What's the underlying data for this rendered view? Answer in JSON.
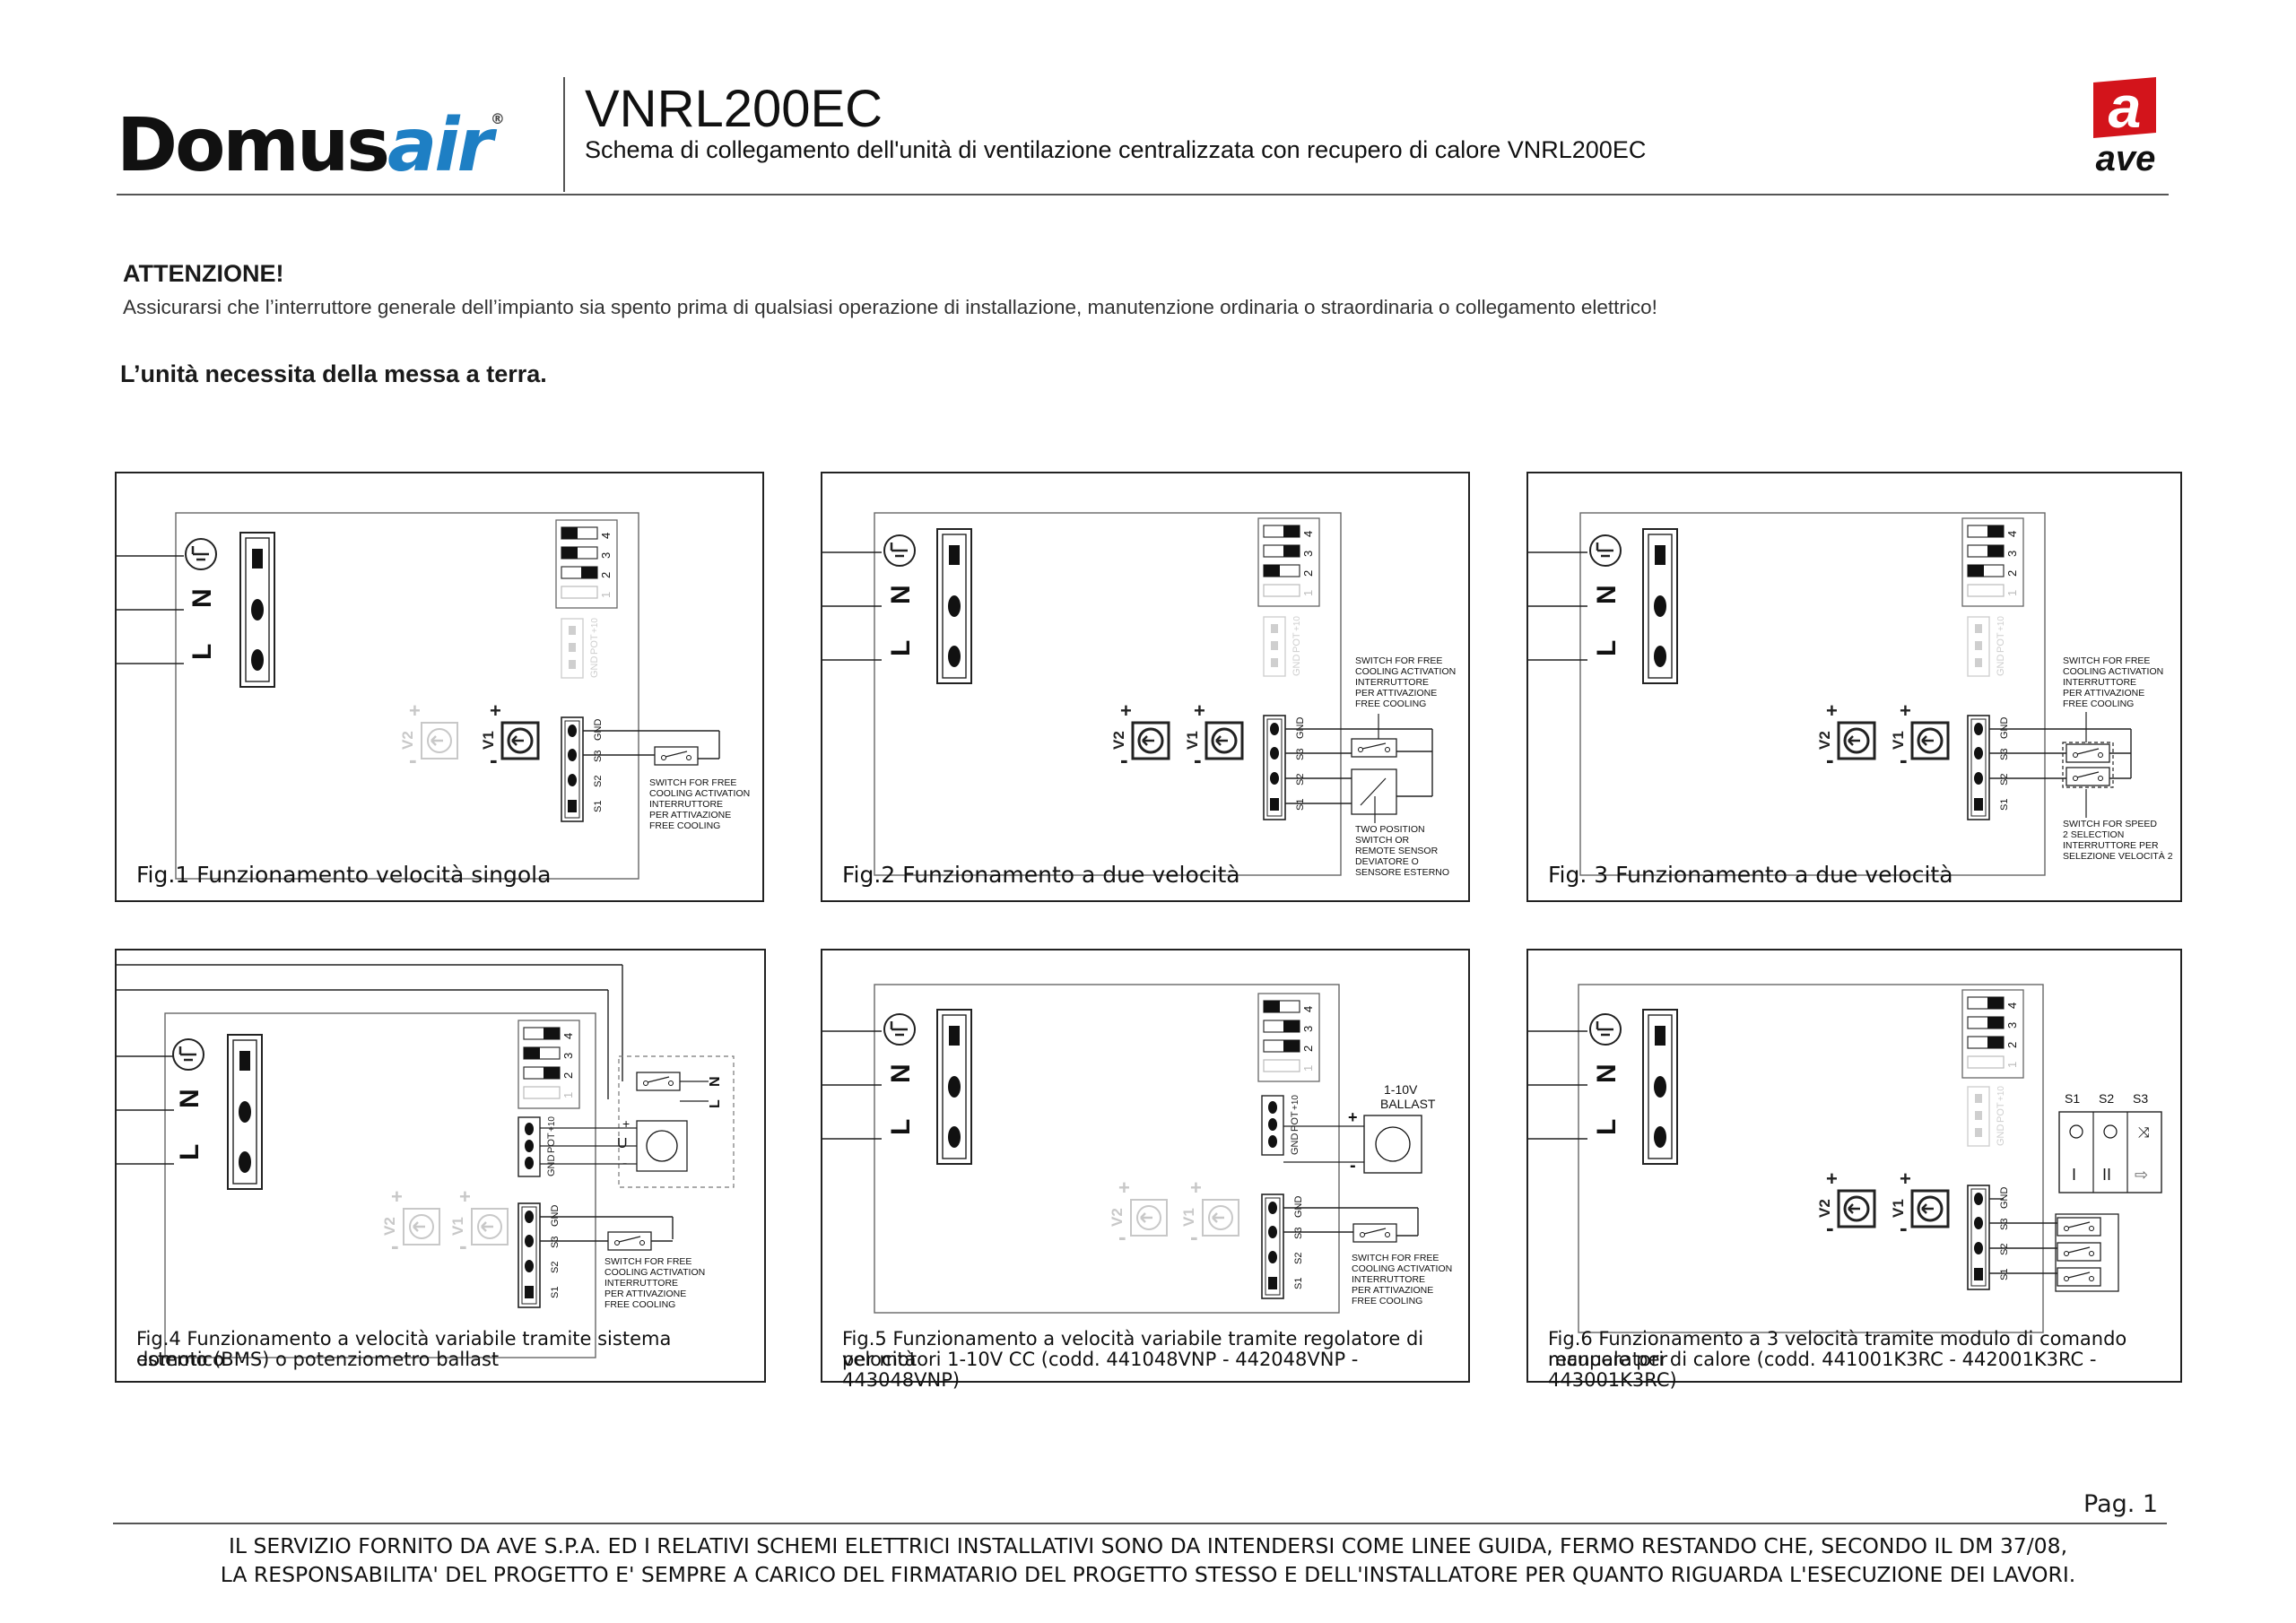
{
  "header": {
    "brand_main": "Domus",
    "brand_accent": "air",
    "brand_reg": "®",
    "title": "VNRL200EC",
    "subtitle": "Schema di collegamento dell'unità di ventilazione centralizzata con recupero di calore VNRL200EC",
    "ave_logo_letter": "a",
    "ave_logo_word": "ave"
  },
  "warning": {
    "title": "ATTENZIONE!",
    "text": "Assicurarsi che l’interruttore generale dell’impianto sia spento prima di qualsiasi operazione di installazione, manutenzione ordinaria o straordinaria o collegamento elettrico!",
    "ground_note": "L’unità necessita della messa a terra."
  },
  "labels": {
    "N": "N",
    "L": "L",
    "V1": "V1",
    "V2": "V2",
    "plus": "+",
    "minus": "-",
    "s1": "S1",
    "s2": "S2",
    "s3": "S3",
    "gnd": "GND",
    "pot": "POT",
    "p10": "+10",
    "sw_free": [
      "SWITCH FOR FREE",
      "COOLING ACTIVATION",
      "INTERRUTTORE",
      "PER ATTIVAZIONE",
      "FREE COOLING"
    ],
    "sw_two": [
      "TWO POSITION",
      "SWITCH OR",
      "REMOTE SENSOR",
      "DEVIATORE O",
      "SENSORE ESTERNO"
    ],
    "sw_speed": [
      "SWITCH FOR SPEED",
      "2 SELECTION",
      "INTERRUTTORE PER",
      "SELEZIONE VELOCITÀ 2"
    ],
    "ballast": [
      "1-10V",
      "BALLAST"
    ],
    "dip": [
      "4",
      "3",
      "2",
      "1"
    ],
    "mod_heads": [
      "S1",
      "S2",
      "S3"
    ],
    "mod_syms": [
      "I",
      "II",
      "⇨"
    ]
  },
  "figures": [
    {
      "caption": [
        "Fig.1 Funzionamento velocità singola"
      ]
    },
    {
      "caption": [
        "Fig.2 Funzionamento a due velocità"
      ]
    },
    {
      "caption": [
        "Fig. 3 Funzionamento a due velocità"
      ]
    },
    {
      "caption": [
        "Fig.4 Funzionamento a velocità variabile tramite sistema domotico",
        "esterno (BMS) o potenziometro ballast"
      ]
    },
    {
      "caption": [
        "Fig.5 Funzionamento a velocità variabile tramite regolatore di velocità",
        "per motori 1-10V CC (codd. 441048VNP - 442048VNP - 443048VNP)"
      ]
    },
    {
      "caption": [
        "Fig.6 Funzionamento a 3 velocità tramite modulo di comando manuale per",
        "recuperatori di calore (codd. 441001K3RC - 442001K3RC - 443001K3RC)"
      ]
    }
  ],
  "footer": {
    "page": "Pag. 1",
    "line1": "IL SERVIZIO FORNITO DA AVE S.P.A. ED I RELATIVI SCHEMI ELETTRICI INSTALLATIVI SONO DA INTENDERSI COME LINEE GUIDA, FERMO RESTANDO CHE, SECONDO IL DM 37/08,",
    "line2": "LA RESPONSABILITA' DEL PROGETTO E' SEMPRE A CARICO DEL FIRMATARIO DEL PROGETTO STESSO E DELL'INSTALLATORE PER QUANTO RIGUARDA L'ESECUZIONE DEI LAVORI."
  },
  "colors": {
    "accent": "#1e7fc4",
    "ave_red": "#d3141b",
    "line": "#222222",
    "faded": "#cfcfcf"
  }
}
